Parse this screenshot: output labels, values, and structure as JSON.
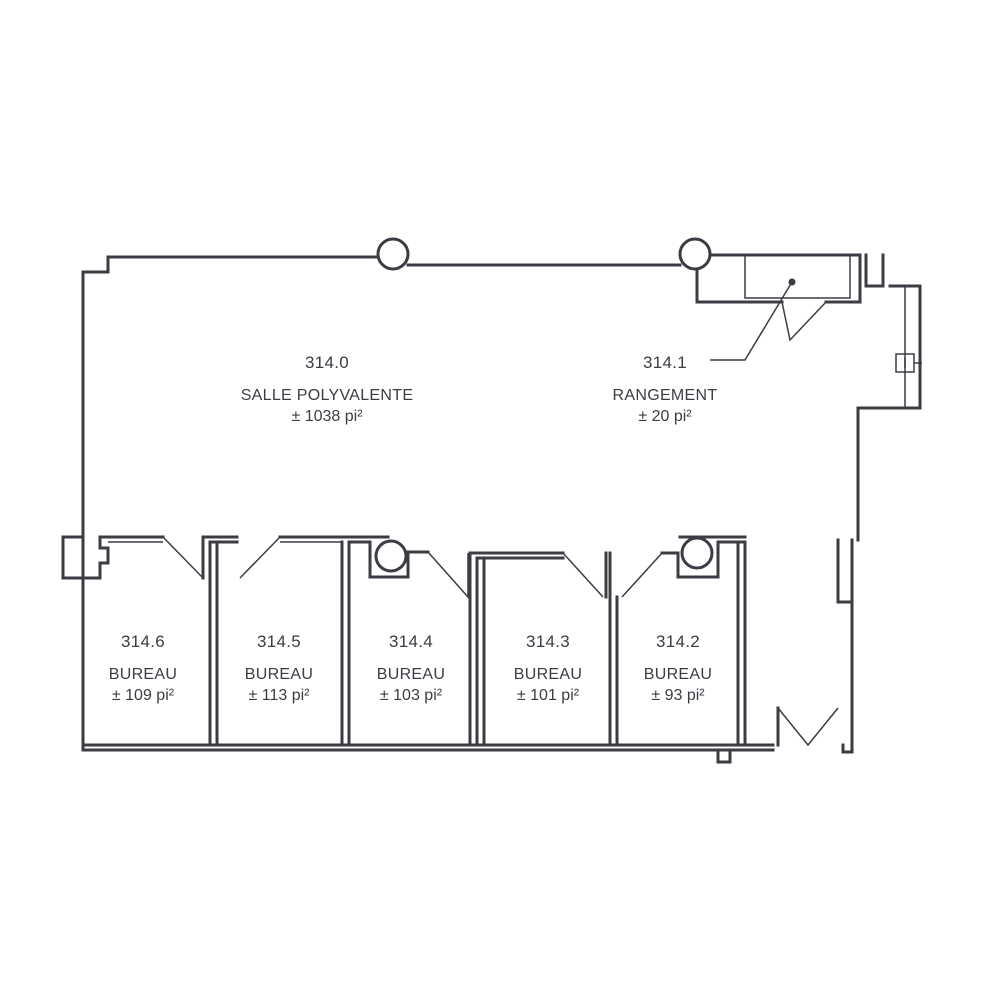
{
  "rooms": {
    "r3140": {
      "number": "314.0",
      "name": "SALLE POLYVALENTE",
      "area": "± 1038 pi²"
    },
    "r3141": {
      "number": "314.1",
      "name": "RANGEMENT",
      "area": "± 20 pi²"
    },
    "r3146": {
      "number": "314.6",
      "name": "BUREAU",
      "area": "± 109 pi²"
    },
    "r3145": {
      "number": "314.5",
      "name": "BUREAU",
      "area": "± 113 pi²"
    },
    "r3144": {
      "number": "314.4",
      "name": "BUREAU",
      "area": "± 103 pi²"
    },
    "r3143": {
      "number": "314.3",
      "name": "BUREAU",
      "area": "± 101 pi²"
    },
    "r3142": {
      "number": "314.2",
      "name": "BUREAU",
      "area": "± 93 pi²"
    }
  },
  "colors": {
    "line": "#3d3b44",
    "background": "#ffffff"
  }
}
